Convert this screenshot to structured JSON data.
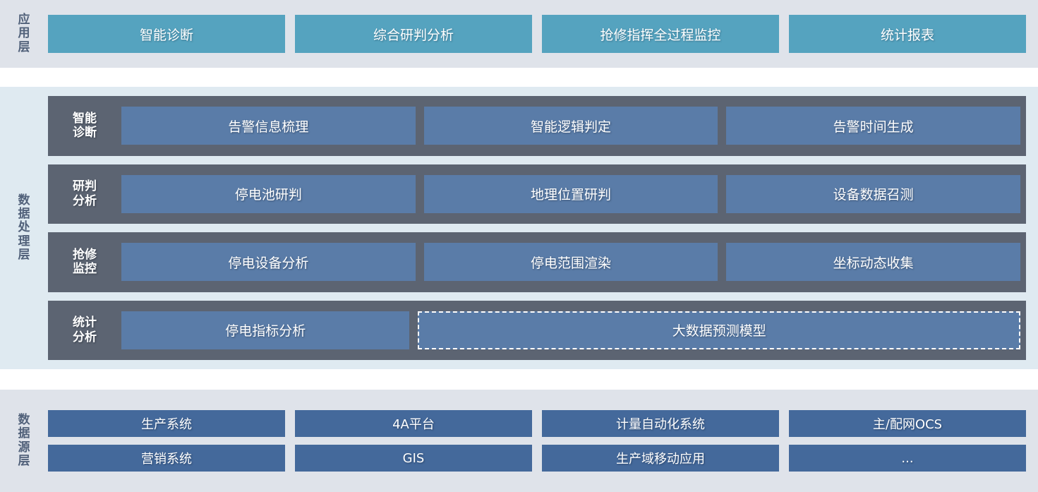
{
  "colors": {
    "app_band_bg": "#dfe3ea",
    "proc_band_bg": "#dfeaf1",
    "src_band_bg": "#dfe3ea",
    "app_box": "#55a3bf",
    "proc_row": "#5c6472",
    "proc_cell": "#5a7ca8",
    "src_box": "#44699b",
    "label_text": "#51617a",
    "box_text": "#ffffff"
  },
  "application_layer": {
    "label": "应用层",
    "label_chars": [
      "应",
      "用",
      "层"
    ],
    "boxes": [
      {
        "label": "智能诊断"
      },
      {
        "label": "综合研判分析"
      },
      {
        "label": "抢修指挥全过程监控"
      },
      {
        "label": "统计报表"
      }
    ]
  },
  "data_process_layer": {
    "label": "数据处理层",
    "label_chars": [
      "数",
      "据",
      "处",
      "理",
      "层"
    ],
    "rows": [
      {
        "title": "智能诊断",
        "title_lines": [
          "智能",
          "诊断"
        ],
        "cells": [
          {
            "label": "告警信息梳理",
            "dashed": false
          },
          {
            "label": "智能逻辑判定",
            "dashed": false
          },
          {
            "label": "告警时间生成",
            "dashed": false
          }
        ]
      },
      {
        "title": "研判分析",
        "title_lines": [
          "研判",
          "分析"
        ],
        "cells": [
          {
            "label": "停电池研判",
            "dashed": false
          },
          {
            "label": "地理位置研判",
            "dashed": false
          },
          {
            "label": "设备数据召测",
            "dashed": false
          }
        ]
      },
      {
        "title": "抢修监控",
        "title_lines": [
          "抢修",
          "监控"
        ],
        "cells": [
          {
            "label": "停电设备分析",
            "dashed": false
          },
          {
            "label": "停电范围渲染",
            "dashed": false
          },
          {
            "label": "坐标动态收集",
            "dashed": false
          }
        ]
      },
      {
        "title": "统计分析",
        "title_lines": [
          "统计",
          "分析"
        ],
        "cells": [
          {
            "label": "停电指标分析",
            "dashed": false
          },
          {
            "label": "大数据预测模型",
            "dashed": true
          }
        ]
      }
    ]
  },
  "data_source_layer": {
    "label": "数据源层",
    "label_chars": [
      "数",
      "据",
      "源",
      "层"
    ],
    "rows": [
      [
        {
          "label": "生产系统"
        },
        {
          "label": "4A平台"
        },
        {
          "label": "计量自动化系统"
        },
        {
          "label": "主/配网OCS"
        }
      ],
      [
        {
          "label": "营销系统"
        },
        {
          "label": "GIS"
        },
        {
          "label": "生产域移动应用"
        },
        {
          "label": "..."
        }
      ]
    ]
  }
}
